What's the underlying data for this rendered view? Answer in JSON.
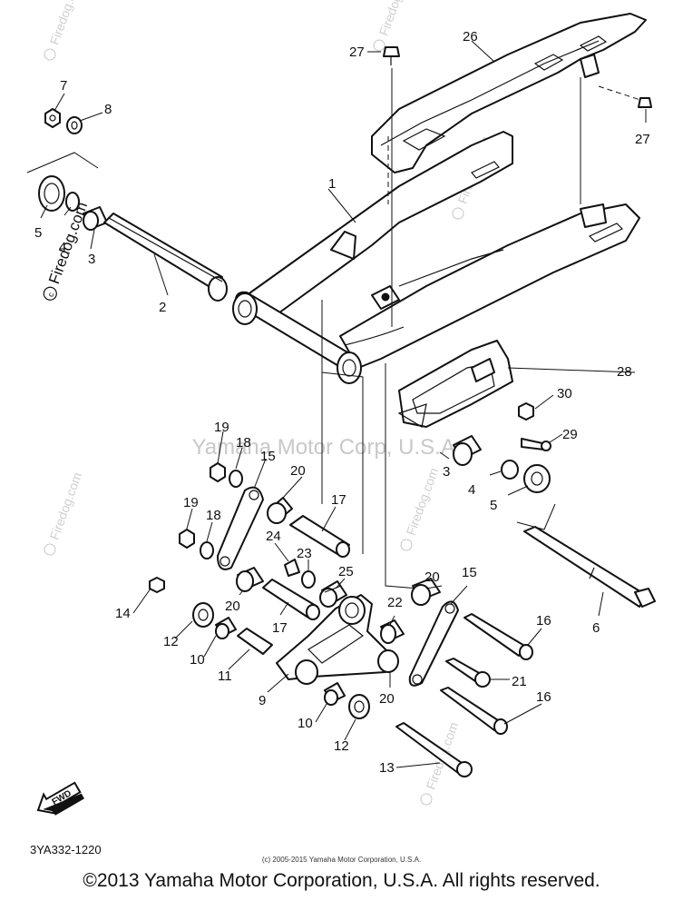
{
  "diagram": {
    "watermark_text": "Firedog.com",
    "watermark_center": "Yamaha Motor Corp, U.S.A.",
    "fwd_label": "FWD",
    "callouts": [
      "1",
      "2",
      "3",
      "4",
      "5",
      "6",
      "7",
      "8",
      "9",
      "10",
      "11",
      "12",
      "13",
      "14",
      "15",
      "16",
      "17",
      "18",
      "19",
      "20",
      "21",
      "22",
      "23",
      "24",
      "25",
      "26",
      "27",
      "28",
      "29",
      "30"
    ]
  },
  "footer": {
    "code": "3YA332-1220",
    "copyright_small": "(c) 2005-2015 Yamaha Motor Corporation, U.S.A.",
    "copyright_main": "©2013 Yamaha Motor Corporation, U.S.A. All rights reserved."
  }
}
